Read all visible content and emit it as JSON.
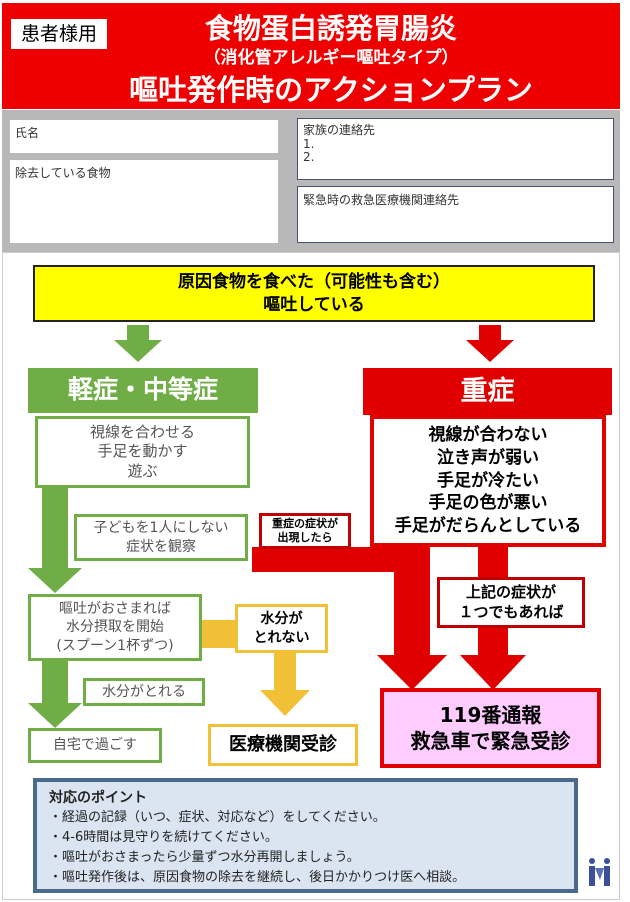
{
  "header": {
    "badge": "患者様用",
    "title1": "食物蛋白誘発胃腸炎",
    "title2": "（消化管アレルギー嘔吐タイプ）",
    "title3": "嘔吐発作時のアクションプラン"
  },
  "info": {
    "name": "氏名",
    "removed_food": "除去している食物",
    "family_contact": "家族の連絡先",
    "family_1": "1.",
    "family_2": "2.",
    "emergency_contact": "緊急時の救急医療機関連絡先"
  },
  "flow": {
    "start_1": "原因食物を食べた（可能性も含む）",
    "start_2": "嘔吐している",
    "mild_title": "軽症・中等症",
    "mild_symptoms": [
      "視線を合わせる",
      "手足を動かす",
      "遊ぶ"
    ],
    "severe_title": "重症",
    "severe_symptoms": [
      "視線が合わない",
      "泣き声が弱い",
      "手足が冷たい",
      "手足の色が悪い",
      "手足がだらんとしている"
    ],
    "watch": [
      "子どもを1人にしない",
      "症状を観察"
    ],
    "if_severe": [
      "重症の症状が",
      "出現したら"
    ],
    "any_symptom": [
      "上記の症状が",
      "１つでもあれば"
    ],
    "hydrate": [
      "嘔吐がおさまれば",
      "水分摂取を開始",
      "(スプーン1杯ずつ)"
    ],
    "cannot_drink": [
      "水分が",
      "とれない"
    ],
    "can_drink": "水分がとれる",
    "stay_home": "自宅で過ごす",
    "visit_clinic": "医療機関受診",
    "emergency": [
      "119番通報",
      "救急車で緊急受診"
    ]
  },
  "points": {
    "title": "対応のポイント",
    "items": [
      "・経過の記録（いつ、症状、対応など）をしてください。",
      "・4-6時間は見守りを続けてください。",
      "・嘔吐がおさまったら少量ずつ水分再開しましょう。",
      "・嘔吐発作後は、原因食物の除去を継続し、後日かかりつけ医へ相談。"
    ]
  },
  "colors": {
    "red": "#ee0000",
    "green": "#70ad47",
    "yellow": "#f2c037",
    "pink": "#ffccff",
    "start_fill": "#ffff00",
    "points_fill": "#dbe5f1"
  }
}
